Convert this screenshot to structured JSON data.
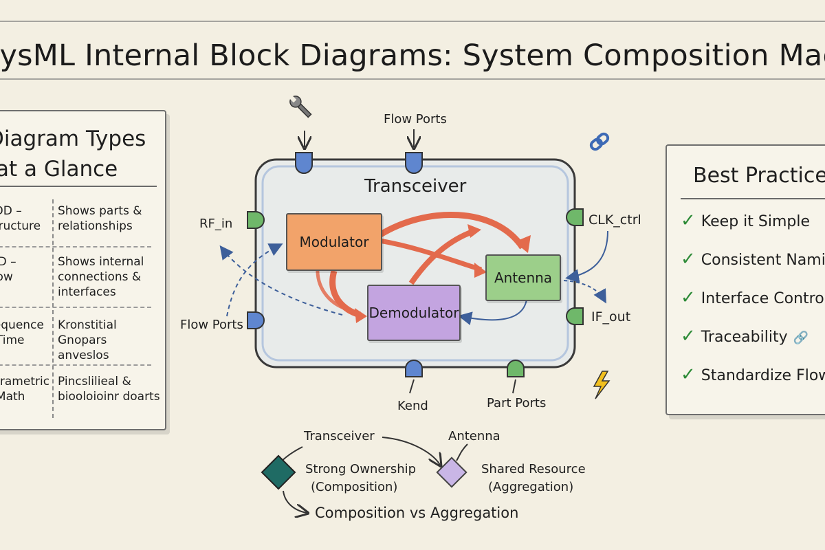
{
  "title": "SysML Internal Block Diagrams: System Composition Made Clear",
  "left_panel": {
    "heading_line1": "Diagram Types",
    "heading_line2": "at a Glance",
    "rows": [
      {
        "type": "BDD – Structure",
        "desc": "Shows parts & relationships"
      },
      {
        "type": "IBD – Flow",
        "desc": "Shows internal connections & interfaces"
      },
      {
        "type": "Sequence – Time",
        "desc": "Kronstitial Gnopars anveslos"
      },
      {
        "type": "Parametric – Math",
        "desc": "Pincslilieal & biooloioinr doarts"
      }
    ]
  },
  "diagram": {
    "block_title": "Transceiver",
    "parts": {
      "modulator": "Modulator",
      "demodulator": "Demodulator",
      "antenna": "Antenna"
    },
    "ports": {
      "rf_in": "RF_in",
      "clk_ctrl": "CLK_ctrl",
      "if_out": "IF_out",
      "flow_ports_top": "Flow Ports",
      "flow_ports_left": "Flow Ports",
      "kend": "Kend",
      "part_ports": "Part Ports"
    },
    "icons": [
      "wrench-icon",
      "link-icon",
      "lightning-icon"
    ]
  },
  "best_practices": {
    "heading": "Best Practices",
    "items": [
      "Keep it Simple",
      "Consistent Naming",
      "Interface Control",
      "Traceability",
      "Standardize Flows"
    ]
  },
  "legend": {
    "transceiver": "Transceiver",
    "antenna": "Antenna",
    "strong_line1": "Strong Ownership",
    "strong_line2": "(Composition)",
    "shared_line1": "Shared Resource",
    "shared_line2": "(Aggregation)",
    "caption": "Composition vs Aggregation"
  },
  "colors": {
    "modulator": "#f2a36a",
    "demodulator": "#c3a4e0",
    "antenna": "#9ccf8a",
    "flow_port": "#5f86cf",
    "part_port": "#6fb86a",
    "arrow_red": "#e36a4c",
    "connector_blue": "#3d5f9a",
    "composition": "#1f6b64",
    "aggregation": "#c9b6e6"
  }
}
